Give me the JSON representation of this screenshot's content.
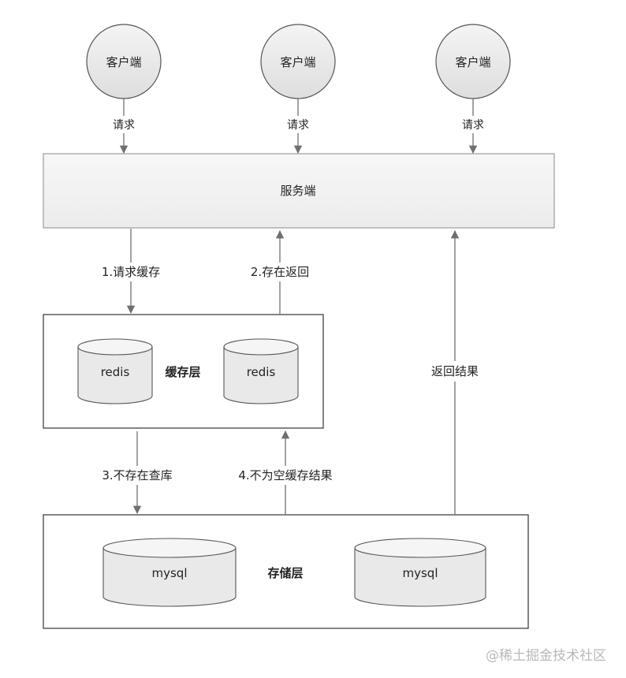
{
  "clients": [
    {
      "label": "客户端",
      "request_label": "请求"
    },
    {
      "label": "客户端",
      "request_label": "请求"
    },
    {
      "label": "客户端",
      "request_label": "请求"
    }
  ],
  "server": {
    "label": "服务端"
  },
  "cache_layer": {
    "label": "缓存层",
    "nodes": [
      {
        "label": "redis"
      },
      {
        "label": "redis"
      }
    ]
  },
  "storage_layer": {
    "label": "存储层",
    "nodes": [
      {
        "label": "mysql"
      },
      {
        "label": "mysql"
      }
    ]
  },
  "flows": {
    "step1": "1.请求缓存",
    "step2": "2.存在返回",
    "step3": "3.不存在查库",
    "step4": "4.不为空缓存结果",
    "return_result": "返回结果"
  },
  "watermark": "@稀土掘金技术社区",
  "colors": {
    "stroke": "#333333",
    "arrow": "#6f6f6f",
    "node_fill": "#e9e9e9",
    "box_fill": "#f1f1f1",
    "text": "#222222"
  }
}
